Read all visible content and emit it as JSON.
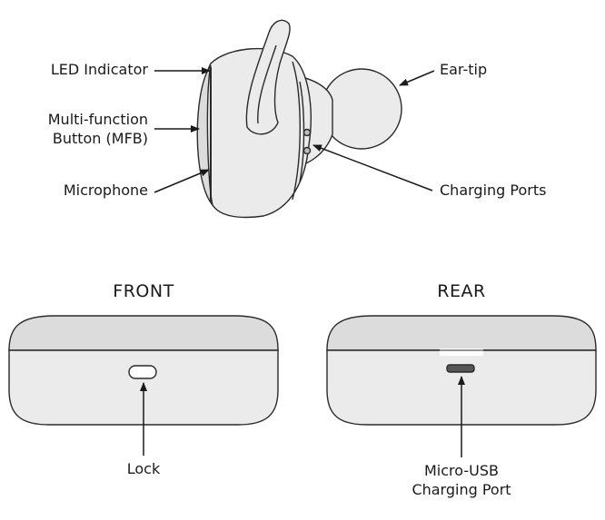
{
  "earbud": {
    "labels": {
      "led": "LED Indicator",
      "mfb_line1": "Multi-function",
      "mfb_line2": "Button (MFB)",
      "microphone": "Microphone",
      "ear_tip": "Ear-tip",
      "charging_ports": "Charging Ports"
    }
  },
  "case_front": {
    "heading": "FRONT",
    "labels": {
      "lock": "Lock"
    }
  },
  "case_rear": {
    "heading": "REAR",
    "labels": {
      "port_line1": "Micro-USB",
      "port_line2": "Charging Port"
    }
  },
  "colors": {
    "body": "#ebebeb",
    "body_dark": "#dcdcdc",
    "outline": "#2a2a2a",
    "port": "#555555"
  }
}
